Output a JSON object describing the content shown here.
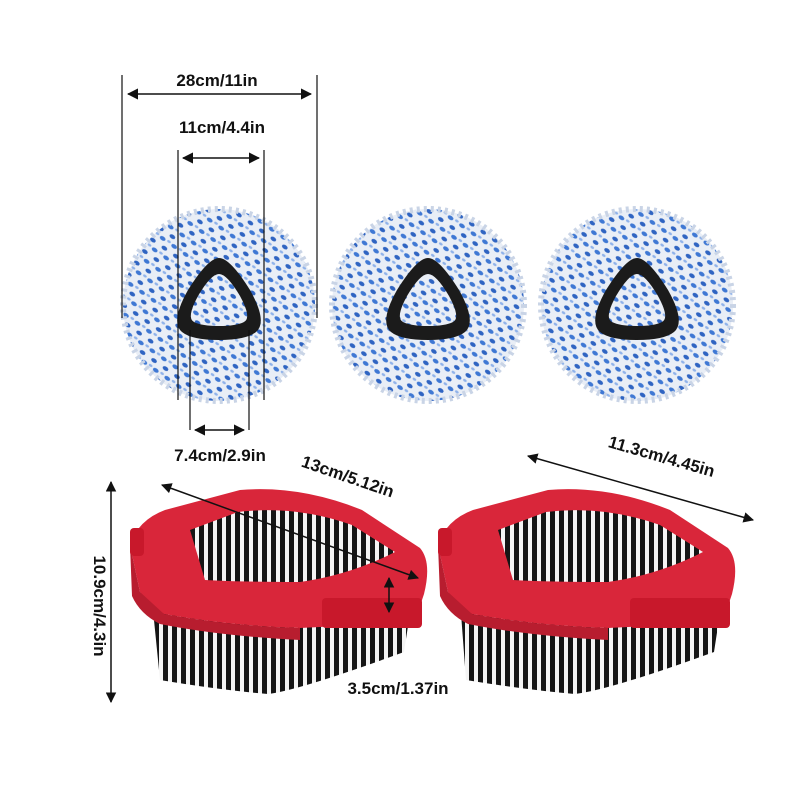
{
  "colors": {
    "background": "#ffffff",
    "mop_blue": "#3f78d4",
    "mop_white": "#e9eef6",
    "core_black": "#1b1b1b",
    "brush_red": "#d9263a",
    "bristle_black": "#151515",
    "line": "#111111"
  },
  "dimensions": {
    "pad_outer": "28cm/11in",
    "pad_middle": "11cm/4.4in",
    "pad_inner": "7.4cm/2.9in",
    "brush_diagonal": "13cm/5.12in",
    "brush_width": "11.3cm/4.45in",
    "brush_height": "10.9cm/4.3in",
    "brush_frame": "3.5cm/1.37in"
  },
  "products": {
    "mop_pads": 3,
    "scrub_brushes": 2
  }
}
